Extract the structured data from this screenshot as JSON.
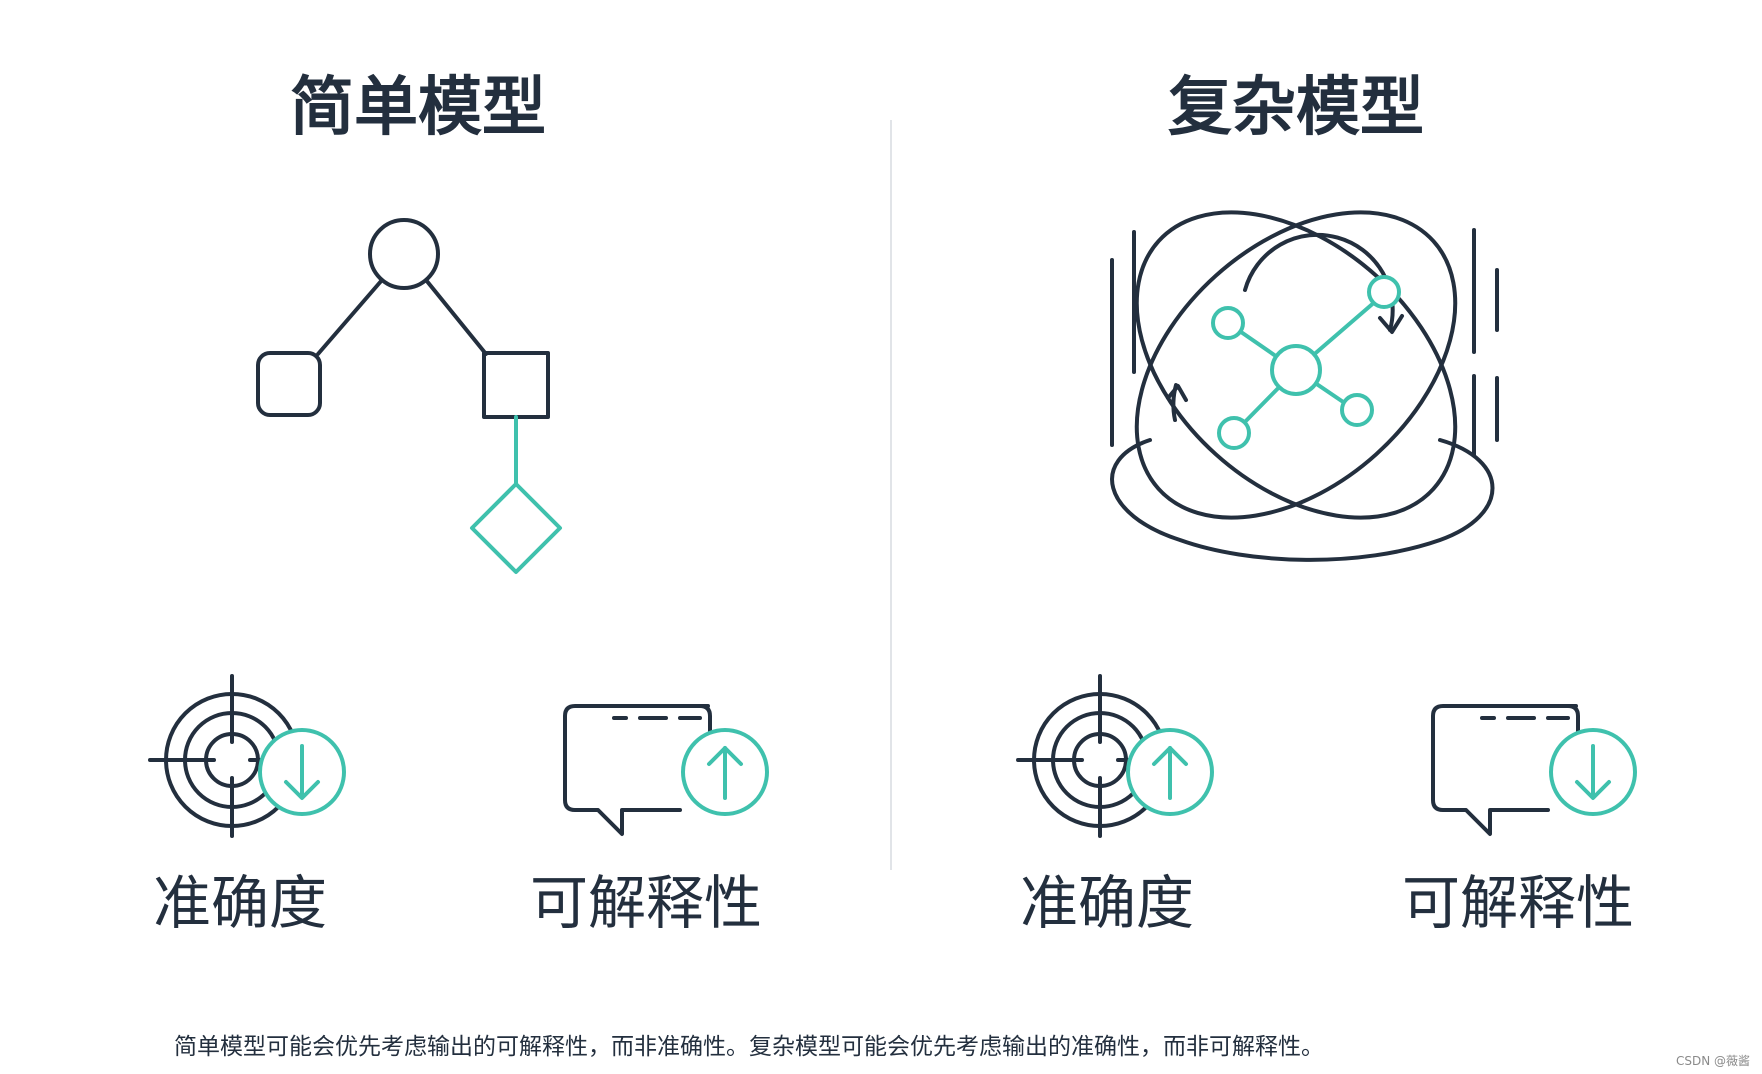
{
  "left": {
    "title": "简单模型",
    "accuracy_label": "准确度",
    "interpretability_label": "可解释性"
  },
  "right": {
    "title": "复杂模型",
    "accuracy_label": "准确度",
    "interpretability_label": "可解释性"
  },
  "caption": "简单模型可能会优先考虑输出的可解释性，而非准确性。复杂模型可能会优先考虑输出的准确性，而非可解释性。",
  "watermark": "CSDN @薇酱",
  "icons": {
    "left_accuracy": "target-with-down-arrow-icon",
    "left_interpretability": "speech-bubble-with-up-arrow-icon",
    "right_accuracy": "target-with-up-arrow-icon",
    "right_interpretability": "speech-bubble-with-down-arrow-icon",
    "left_diagram": "decision-tree-icon",
    "right_diagram": "orbiting-network-icon"
  },
  "colors": {
    "dark": "#232f3e",
    "accent": "#3fc1ad",
    "divider": "#e1e4e8"
  }
}
